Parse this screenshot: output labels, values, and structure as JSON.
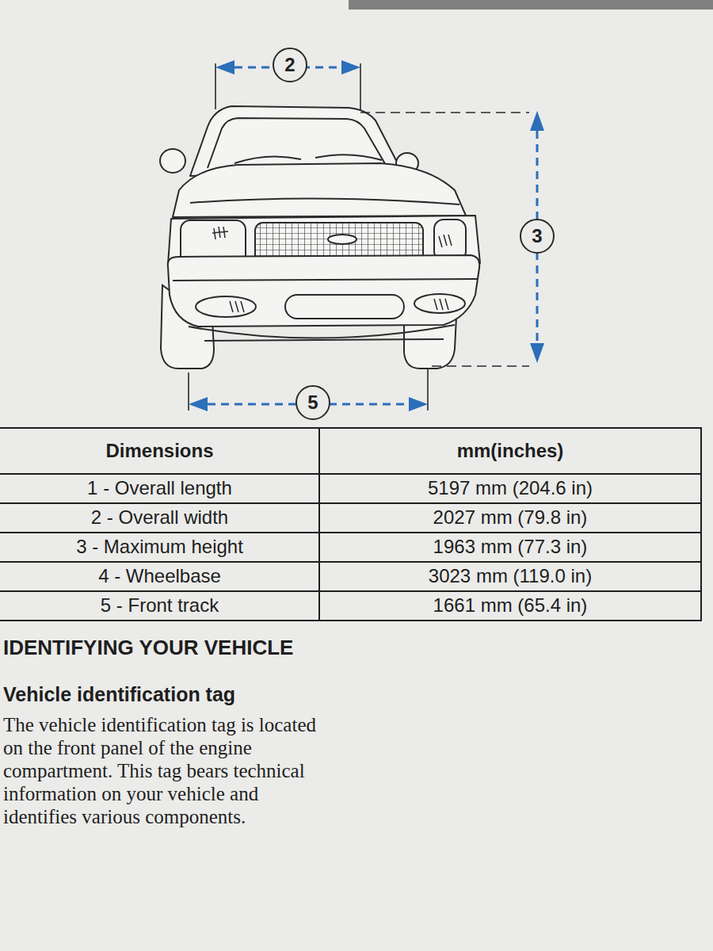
{
  "diagram": {
    "nodes": [
      {
        "text": [
          "2"
        ]
      },
      {
        "text": [
          "3"
        ]
      },
      {
        "text": [
          "5"
        ]
      }
    ],
    "labels": [
      "Dimensions",
      "mm(inches)",
      "1 - Overall length",
      "5197 mm (204.6 in)",
      "2 - Overall width",
      "2027 mm (79.8 in)",
      "3 - Maximum height",
      "1963 mm (77.3 in)",
      "4 - Wheelbase",
      "3023 mm (119.0 in)",
      "5 - Front track",
      "1661 mm (65.4 in)",
      "IDENTIFYING YOUR VEHICLE",
      "Vehicle identification tag",
      "The vehicle identification tag is located on the front panel of the engine compartment. This tag bears technical information on your vehicle and identifies various components."
    ]
  }
}
